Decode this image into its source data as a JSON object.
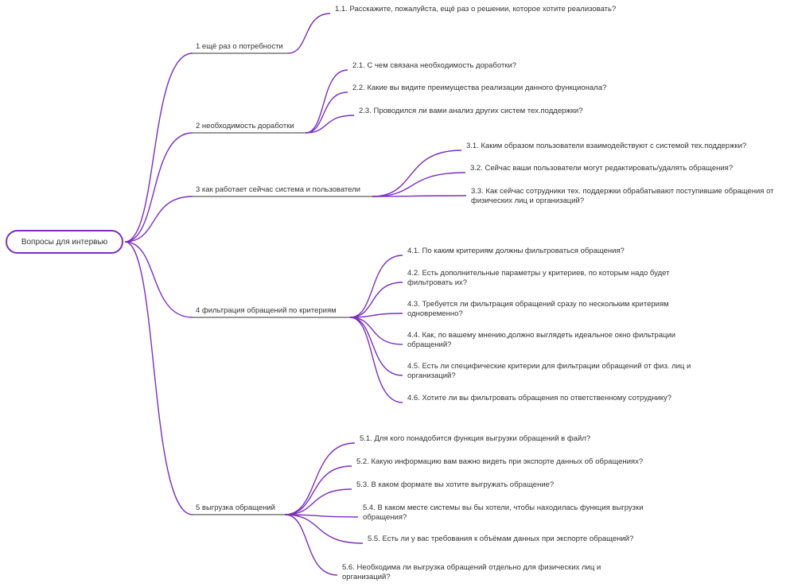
{
  "root": {
    "label": "Вопросы для интервью"
  },
  "colors": {
    "accent": "#7b2fbf",
    "text": "#333333"
  },
  "branches": [
    {
      "label": "1 ещё раз о потребности",
      "children": [
        "1.1. Расскажите, пожалуйста, ещё раз о решении, которое хотите реализовать?"
      ]
    },
    {
      "label": "2 необходимость доработки",
      "children": [
        "2.1. С чем связана необходимость доработки?",
        "2.2. Какие вы видите преимущества реализации данного функционала?",
        "2.3. Проводился ли вами анализ других систем тех.поддержки?"
      ]
    },
    {
      "label": "3 как работает сейчас система и пользователи",
      "children": [
        "3.1. Каким образом пользователи взаимодействуют с системой тех.поддержки?",
        "3.2. Сейчас ваши пользователи могут редактировать/удалять обращения?",
        "3.3. Как сейчас сотрудники тех. поддержки обрабатывают поступившие обращения от физических лиц и организаций?"
      ]
    },
    {
      "label": "4 фильтрация обращений по критериям",
      "children": [
        "4.1. По каким критериям должны фильтроваться обращения?",
        "4.2. Есть дополнительные параметры у критериев, по которым надо будет фильтровать их?",
        "4.3. Требуется ли фильтрация обращений сразу по нескольким критериям одновременно?",
        "4.4. Как, по вашему мнению,должно выглядеть идеальное окно фильтрации обращений?",
        "4.5. Есть ли специфические критерии для фильтрации обращений от физ. лиц и организаций?",
        "4.6. Хотите ли вы фильтровать обращения по ответственному сотруднику?"
      ]
    },
    {
      "label": "5 выгрузка обращений",
      "children": [
        "5.1. Для кого понадобится функция выгрузки обращений в файл?",
        "5.2. Какую информацию вам важно видеть при экспорте данных об обращениях?",
        "5.3. В каком формате вы хотите выгружать обращение?",
        "5.4. В каком месте системы вы бы хотели, чтобы находилась функция выгрузки обращения?",
        "5.5. Есть ли у вас требования к объёмам данных при экспорте обращений?",
        "5.6. Необходима ли выгрузка обращений отдельно для физических лиц и организаций?"
      ]
    }
  ]
}
